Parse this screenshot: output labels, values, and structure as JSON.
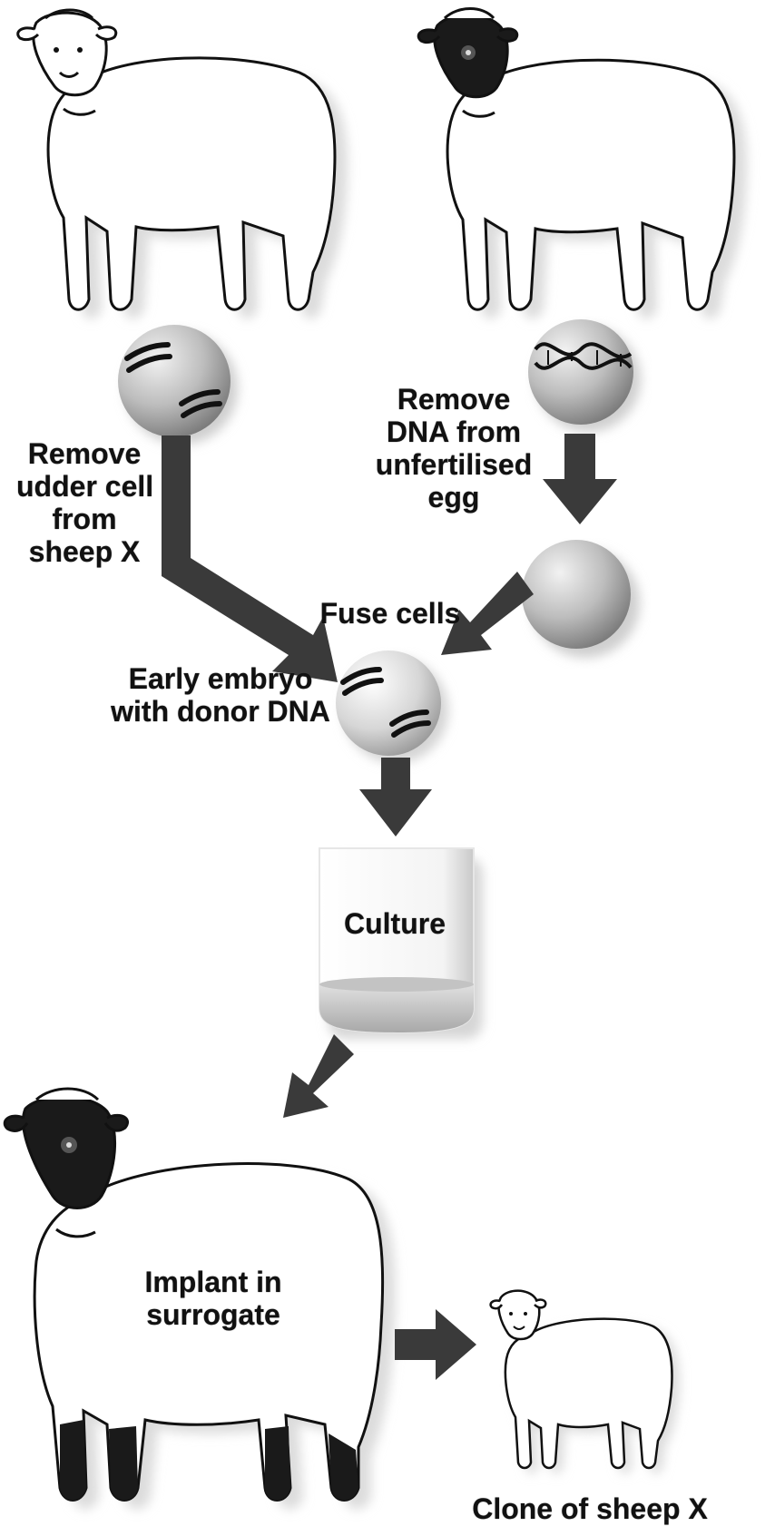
{
  "labels": {
    "remove_udder_cell": [
      "Remove",
      "udder cell",
      "from",
      "sheep X"
    ],
    "remove_dna": [
      "Remove",
      "DNA from",
      "unfertilised",
      "egg"
    ],
    "fuse_cells": "Fuse cells",
    "early_embryo": [
      "Early embryo",
      "with donor DNA"
    ],
    "culture": "Culture",
    "implant": [
      "Implant in",
      "surrogate"
    ],
    "clone": "Clone of sheep X"
  },
  "colors": {
    "outline": "#111111",
    "arrow": "#3a3a3a",
    "sphere": "#b9b9b9",
    "dark_face": "#1a1a1a"
  }
}
